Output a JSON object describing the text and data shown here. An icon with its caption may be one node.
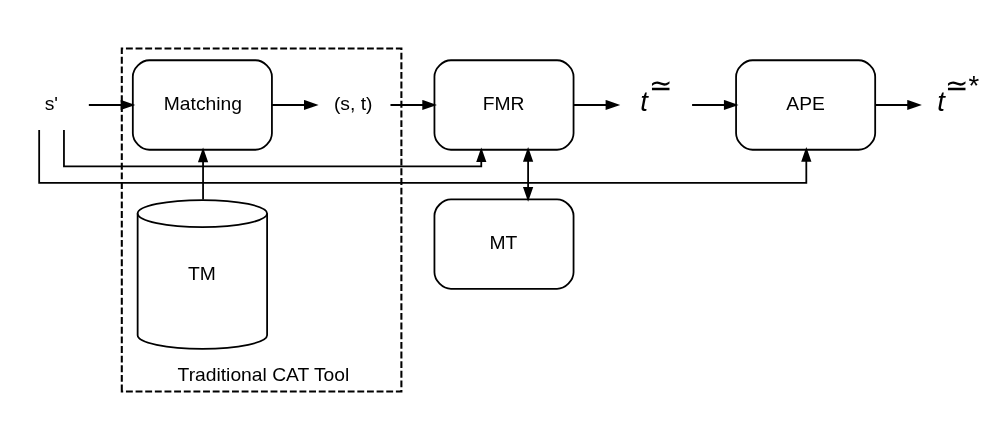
{
  "diagram": {
    "nodes": [
      {
        "text": [
          "s'"
        ]
      },
      {
        "text": [
          "Traditional CAT Tool"
        ]
      },
      {
        "text": [
          "Matching"
        ],
        "in": 1
      },
      {
        "text": [
          "(s, t)"
        ],
        "in": 1
      },
      {
        "text": [
          "TM"
        ],
        "in": 1
      },
      {
        "text": [
          "FMR"
        ]
      },
      {
        "text": [
          "*t*$^{≃}$"
        ]
      },
      {
        "text": [
          "APE"
        ]
      },
      {
        "text": [
          "*t*$^{≃*}$"
        ]
      },
      {
        "text": [
          "MT"
        ]
      }
    ],
    "edges": [
      {
        "from": 0,
        "to": 2,
        "arrow": "to"
      },
      {
        "from": 2,
        "to": 3,
        "arrow": "to"
      },
      {
        "from": 3,
        "to": 5,
        "arrow": "to"
      },
      {
        "from": 5,
        "to": 6,
        "arrow": "to"
      },
      {
        "from": 6,
        "to": 7,
        "arrow": "to"
      },
      {
        "from": 7,
        "to": 8,
        "arrow": "to"
      },
      {
        "from": 4,
        "to": 2,
        "arrow": "to"
      },
      {
        "from": 5,
        "to": 9,
        "arrow": "both"
      },
      {
        "from": 0,
        "to": 5,
        "arrow": "to"
      },
      {
        "from": 0,
        "to": 7,
        "arrow": "to"
      }
    ]
  }
}
